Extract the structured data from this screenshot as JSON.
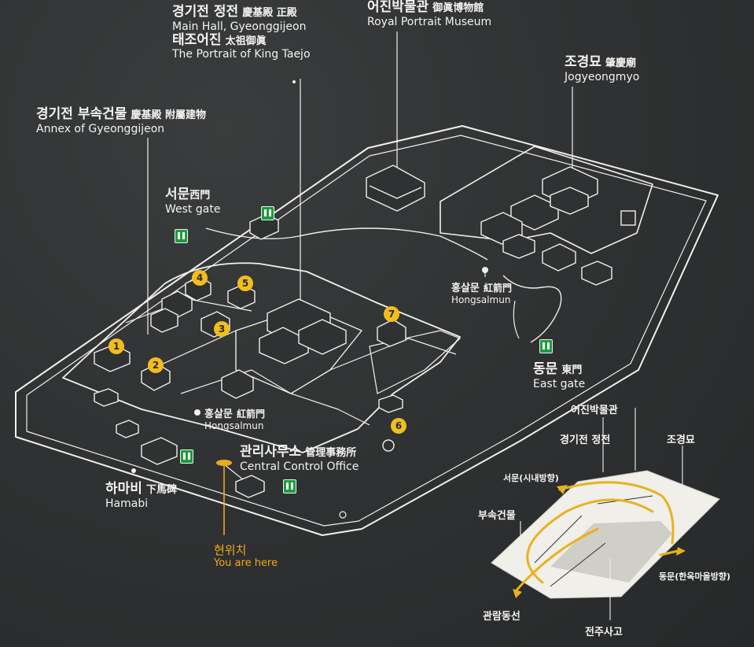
{
  "labels": {
    "main_hall": {
      "ko": "경기전 정전",
      "han": "慶基殿 正殿",
      "en": "Main Hall, Gyeonggijeon"
    },
    "portrait": {
      "ko": "태조어진",
      "han": "太祖御眞",
      "en": "The Portrait of King Taejo"
    },
    "museum": {
      "ko": "어진박물관",
      "han": "御眞博物館",
      "en": "Royal Portrait Museum"
    },
    "jogyeongmyo": {
      "ko": "조경묘",
      "han": "肇慶廟",
      "en": "Jogyeongmyo"
    },
    "annex": {
      "ko": "경기전 부속건물",
      "han": "慶基殿 附屬建物",
      "en": "Annex of Gyeonggijeon"
    },
    "west_gate": {
      "ko": "서문",
      "han": "西門",
      "en": "West gate"
    },
    "hongsalmun_top": {
      "ko": "홍살문",
      "han": "紅箭門",
      "en": "Hongsalmun"
    },
    "east_gate": {
      "ko": "동문",
      "han": "東門",
      "en": "East gate"
    },
    "hongsalmun_bottom": {
      "ko": "홍살문",
      "han": "紅箭門",
      "en": "Hongsalmun"
    },
    "office": {
      "ko": "관리사무소",
      "han": "管理事務所",
      "en": "Central Control Office"
    },
    "hamabi": {
      "ko": "하마비",
      "han": "下馬碑",
      "en": "Hamabi"
    },
    "you_are_here": {
      "ko": "현위치",
      "en": "You are here"
    }
  },
  "numbers": [
    "1",
    "2",
    "3",
    "4",
    "5",
    "6",
    "7"
  ],
  "inset": {
    "museum": "어진박물관",
    "main_hall": "경기전 정전",
    "jogyeongmyo": "조경묘",
    "west_gate": "서문(시내방향)",
    "annex": "부속건물",
    "east_gate": "동문(한옥마을방향)",
    "route": "관람동선",
    "archive": "전주사고"
  },
  "colors": {
    "board": "#2f3132",
    "line": "#f3f3f0",
    "marker_yellow": "#f2bd1d",
    "you_are_here": "#f2a81d",
    "toilet_green": "#1e9b3e",
    "route_arrow": "#e8b21c"
  },
  "icons": [
    "toilet-icon",
    "number-marker",
    "you-are-here-pin",
    "hongsalmun-gate-icon"
  ]
}
